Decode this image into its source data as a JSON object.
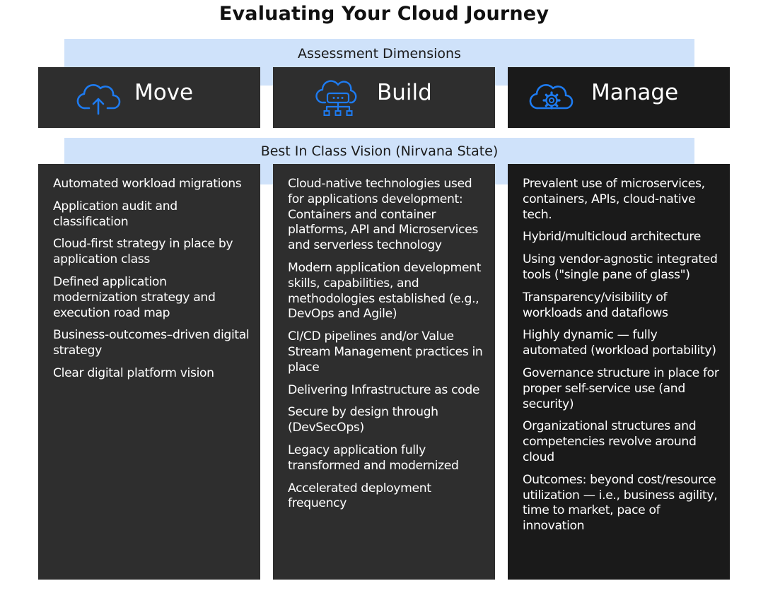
{
  "title": "Evaluating Your Cloud Journey",
  "bands": {
    "assessment": "Assessment Dimensions",
    "vision": "Best In Class Vision (Nirvana State)"
  },
  "colors": {
    "accent": "#1e7bf0",
    "band": "#cfe2fa",
    "panel": "#2e2e2e",
    "panel_dark": "#1a1a1a"
  },
  "columns": [
    {
      "label": "Move",
      "icon": "cloud-upload-icon",
      "items": [
        "Automated workload migrations",
        "Application audit and classification",
        "Cloud-first strategy in place by application class",
        "Defined application modernization strategy and execution road map",
        "Business-outcomes–driven digital strategy",
        "Clear digital platform vision"
      ]
    },
    {
      "label": "Build",
      "icon": "cloud-network-icon",
      "items": [
        "Cloud-native technologies used for applications development: Containers and container platforms, API and Microservices and serverless technology",
        "Modern application development skills, capabilities, and methodologies established (e.g., DevOps and Agile)",
        "CI/CD pipelines and/or Value Stream Management practices in place",
        "Delivering Infrastructure as code",
        "Secure by design through (DevSecOps)",
        "Legacy application fully transformed and modernized",
        "Accelerated deployment frequency"
      ]
    },
    {
      "label": "Manage",
      "icon": "cloud-gear-icon",
      "items": [
        "Prevalent use of microservices, containers, APIs, cloud-native tech.",
        "Hybrid/multicloud architecture",
        "Using vendor-agnostic integrated tools (\"single pane of glass\")",
        "Transparency/visibility of workloads and dataflows",
        "Highly dynamic — fully automated (workload portability)",
        "Governance structure in place for proper self-service use (and security)",
        "Organizational structures and competencies revolve around cloud",
        "Outcomes: beyond cost/resource utilization —  i.e., business agility, time to market, pace of innovation"
      ]
    }
  ]
}
